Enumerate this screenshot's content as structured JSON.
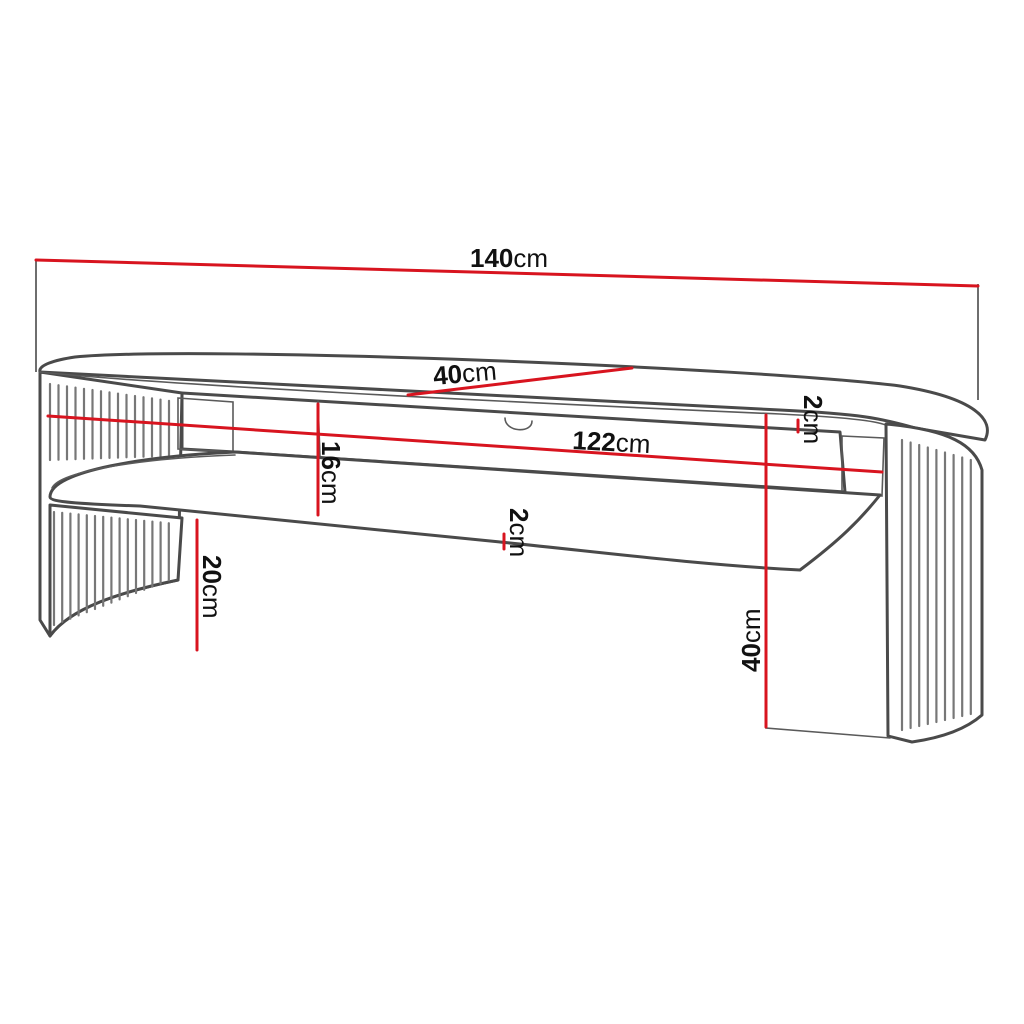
{
  "dimensions": {
    "width": {
      "value": "140",
      "unit": "cm"
    },
    "depth": {
      "value": "40",
      "unit": "cm"
    },
    "inner_width": {
      "value": "122",
      "unit": "cm"
    },
    "gap": {
      "value": "16",
      "unit": "cm"
    },
    "top_thickness": {
      "value": "2",
      "unit": "cm"
    },
    "shelf_thickness": {
      "value": "2",
      "unit": "cm"
    },
    "leg_height": {
      "value": "20",
      "unit": "cm"
    },
    "total_height": {
      "value": "40",
      "unit": "cm"
    }
  },
  "colors": {
    "dimension_line": "#d8141f",
    "outline": "#4a4a4a"
  }
}
